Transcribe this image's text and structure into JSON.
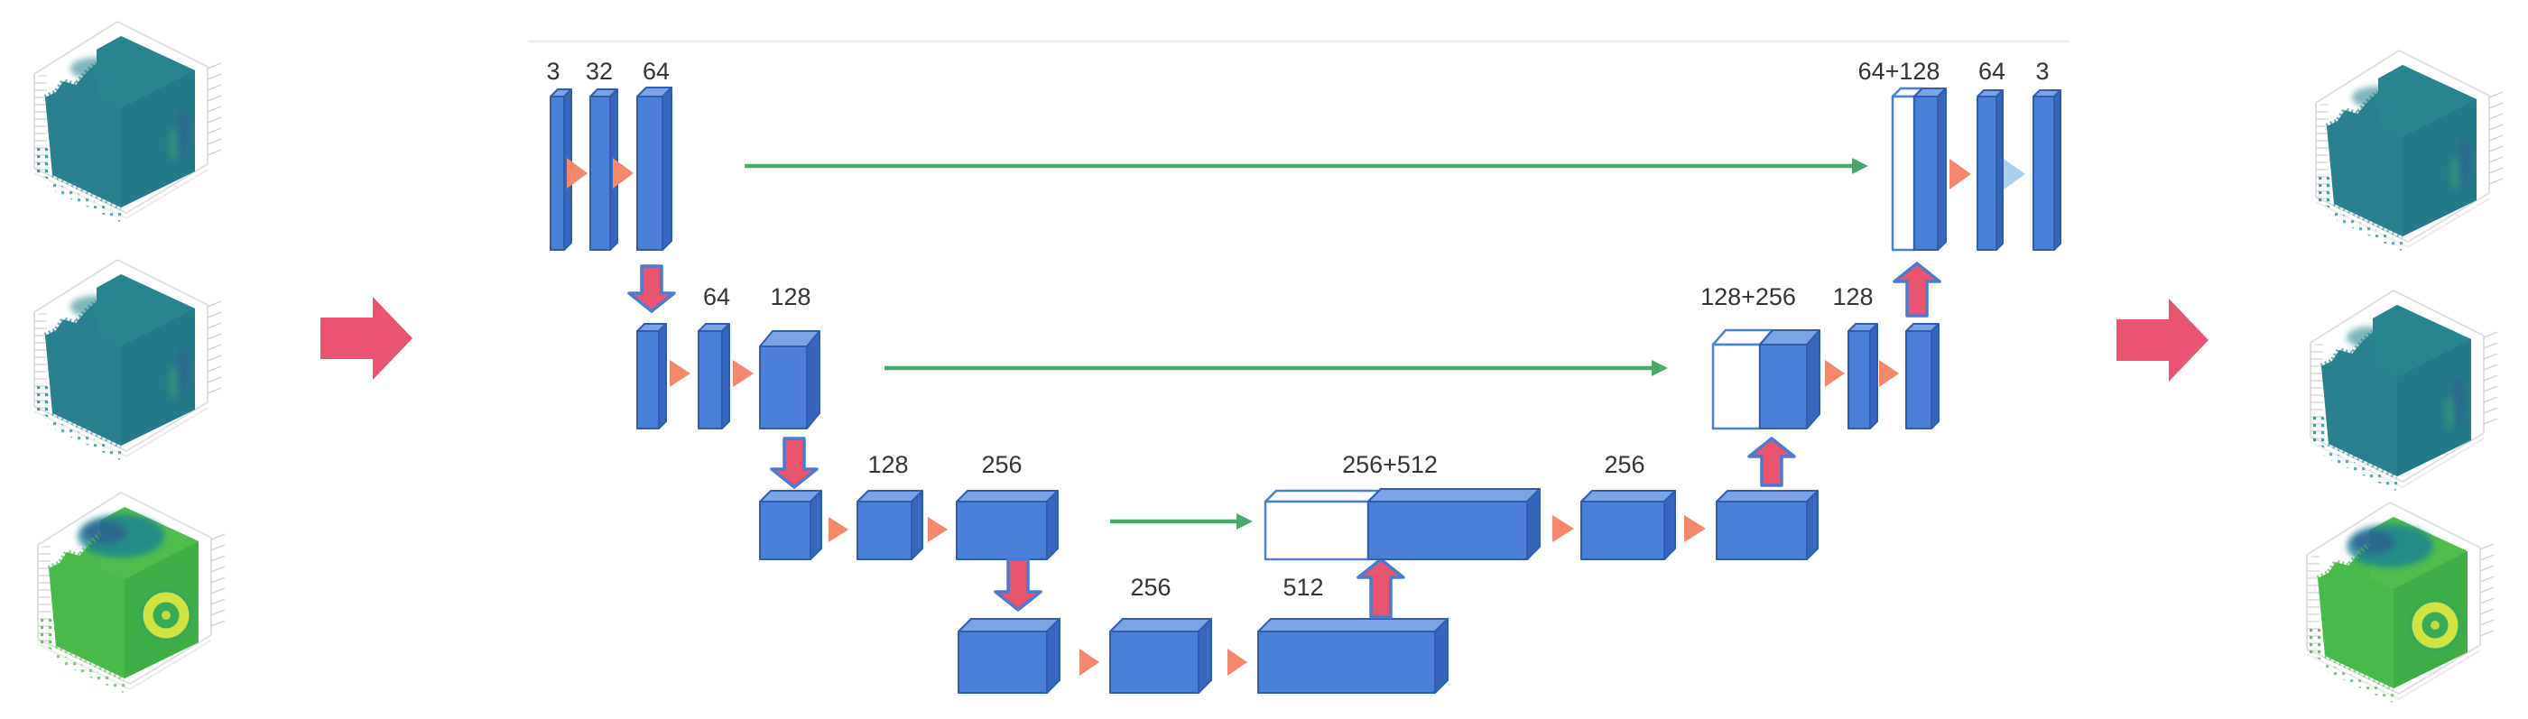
{
  "colors": {
    "block_blue": "#4a80d8",
    "block_blue_top": "#7ba4e4",
    "block_blue_side": "#3767bd",
    "block_border": "#2f5cae",
    "conv_arrow": "#f4876c",
    "updown_arrow_fill": "#e9546e",
    "updown_arrow_stroke": "#4a7bd0",
    "skip_green": "#47a96b",
    "final_conv_arrow": "#a9cfed",
    "io_arrow_pink": "#e9546e",
    "label_text": "#333333",
    "frame_gray": "#dedede",
    "teal_volume": "#2a808e",
    "green_volume": "#4ab94c",
    "ring_yellow": "#cfe342"
  },
  "unet": {
    "encoder_level1": [
      "3",
      "32",
      "64"
    ],
    "encoder_level2": [
      "64",
      "128"
    ],
    "encoder_level3": [
      "128",
      "256"
    ],
    "bottleneck": [
      "256",
      "512"
    ],
    "decoder_level3": [
      "256+512",
      "256"
    ],
    "decoder_level2": [
      "128+256",
      "128"
    ],
    "decoder_level1": [
      "64+128",
      "64",
      "3"
    ]
  },
  "icons": {
    "conv_step": "triangle-right-icon",
    "final_conv": "triangle-right-light-icon",
    "downsample": "thick-arrow-down-icon",
    "upsample": "thick-arrow-up-icon",
    "skip_connection": "green-arrow-right-icon",
    "input_flow": "big-pink-arrow-right-icon",
    "output_flow": "big-pink-arrow-right-icon"
  },
  "volumes": {
    "left": [
      "teal-voxel-cube",
      "teal-voxel-cube",
      "green-voxel-cube"
    ],
    "right": [
      "teal-voxel-cube",
      "teal-voxel-cube",
      "green-voxel-cube"
    ]
  }
}
